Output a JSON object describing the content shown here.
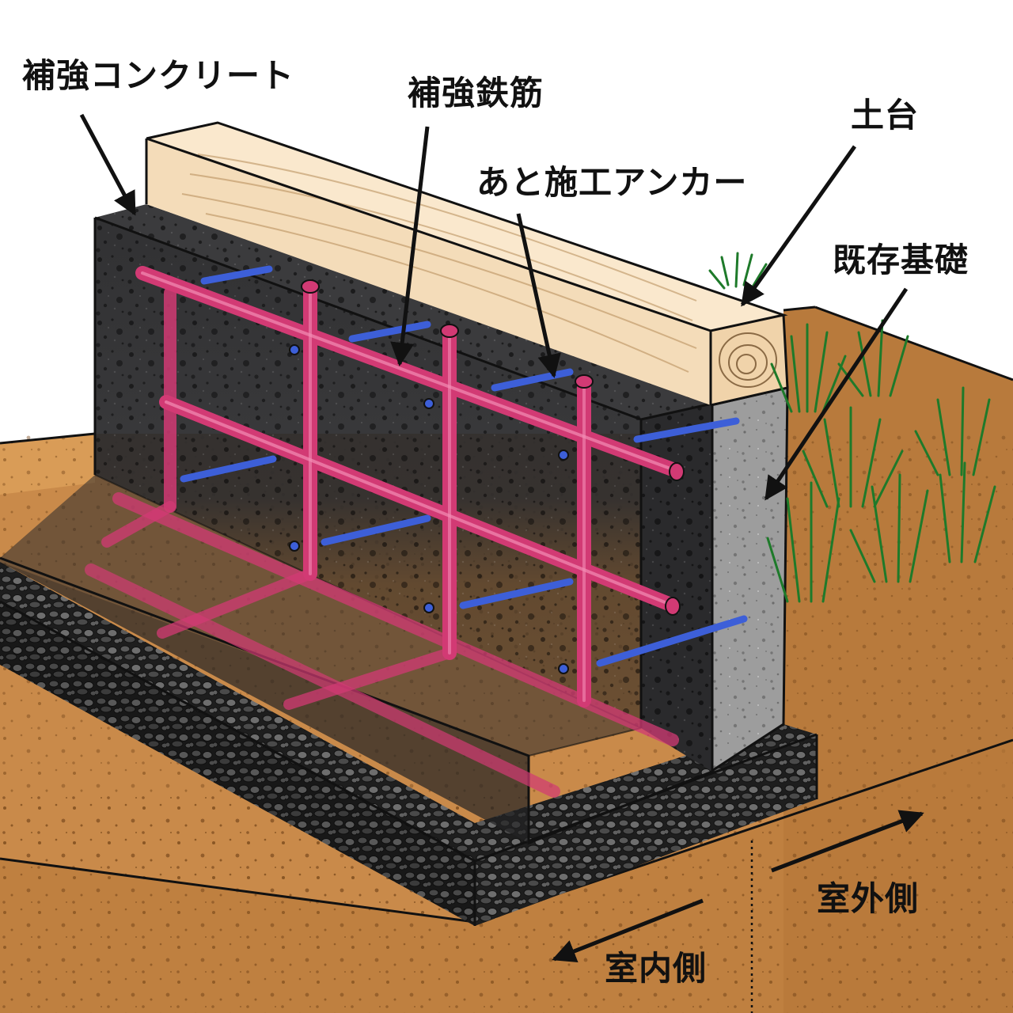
{
  "labels": {
    "reinforcing_concrete": "補強コンクリート",
    "reinforcing_rebar": "補強鉄筋",
    "sill": "土台",
    "post_installed_anchor": "あと施工アンカー",
    "existing_foundation": "既存基礎",
    "outdoor_side": "室外側",
    "indoor_side": "室内側"
  },
  "colors": {
    "reinforcing_concrete": "#2b2b2d",
    "existing_foundation": "#9d9d9d",
    "sill_wood": "#f4dcb9",
    "rebar": "#d23a74",
    "anchor": "#3d5fd8",
    "soil": "#c98a4a",
    "gravel": "#2a2a2a",
    "grass": "#1e7a2a"
  }
}
